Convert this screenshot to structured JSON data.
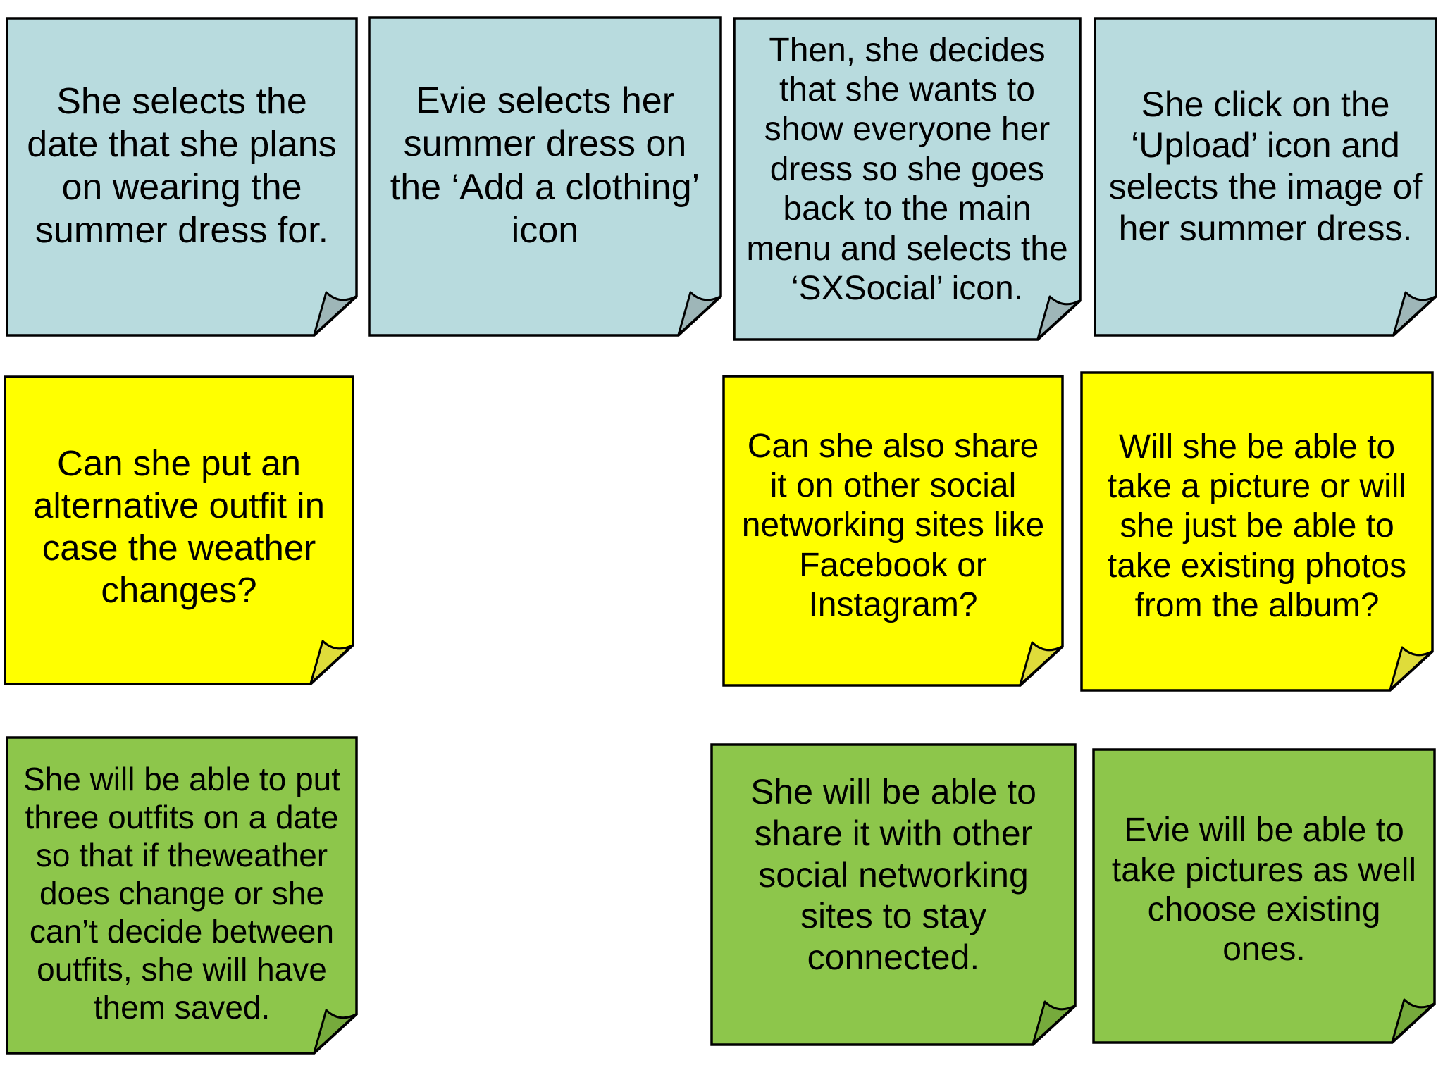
{
  "board": {
    "background": "#ffffff",
    "border_color": "#000000",
    "text_color": "#000000",
    "palette": {
      "blue": {
        "fill": "#b8dbde",
        "fold": "#9eb6b8"
      },
      "yellow": {
        "fill": "#ffff00",
        "fold": "#dfdc3a"
      },
      "green": {
        "fill": "#8dc64b",
        "fold": "#76aa3c"
      }
    }
  },
  "notes": [
    {
      "id": "note-select-date",
      "color": "blue",
      "row": 1,
      "col": 1,
      "lines": [
        "She selects the",
        "date that she plans",
        "on wearing the",
        "summer dress for."
      ]
    },
    {
      "id": "note-add-clothing",
      "color": "blue",
      "row": 1,
      "col": 2,
      "lines": [
        "Evie selects her",
        "summer dress on",
        "the ‘Add a clothing’",
        "icon"
      ]
    },
    {
      "id": "note-sxsocial",
      "color": "blue",
      "row": 1,
      "col": 3,
      "lines": [
        "Then, she decides",
        "that she wants to",
        "show everyone her",
        "dress so she goes",
        "back to the main",
        "menu and selects the",
        "‘SXSocial’ icon."
      ]
    },
    {
      "id": "note-upload",
      "color": "blue",
      "row": 1,
      "col": 4,
      "lines": [
        "She click on the",
        "‘Upload’ icon and",
        "selects the image of",
        "her summer dress."
      ]
    },
    {
      "id": "note-question-alt-outfit",
      "color": "yellow",
      "row": 2,
      "col": 1,
      "lines": [
        "Can she put an",
        "alternative outfit in",
        "case the weather",
        "changes?"
      ]
    },
    {
      "id": "note-question-share-social",
      "color": "yellow",
      "row": 2,
      "col": 3,
      "lines": [
        "Can she also share",
        "it on other social",
        "networking sites like",
        "Facebook or",
        "Instagram?"
      ]
    },
    {
      "id": "note-question-take-picture",
      "color": "yellow",
      "row": 2,
      "col": 4,
      "lines": [
        "Will she be able to",
        "take a picture or will",
        "she just be able to",
        "take existing photos",
        "from the album?"
      ]
    },
    {
      "id": "note-answer-three-outfits",
      "color": "green",
      "row": 3,
      "col": 1,
      "lines": [
        "She will be able to put",
        "three outfits on a date",
        "so that if theweather",
        "does change or she",
        "can’t decide between",
        "outfits, she will have",
        "them saved."
      ]
    },
    {
      "id": "note-answer-share-social",
      "color": "green",
      "row": 3,
      "col": 3,
      "lines": [
        "She will be able to",
        "share it with other",
        "social networking",
        "sites to stay",
        "connected."
      ]
    },
    {
      "id": "note-answer-take-pictures",
      "color": "green",
      "row": 3,
      "col": 4,
      "lines": [
        "Evie will be able to",
        "take pictures as well",
        "choose existing",
        "ones."
      ]
    }
  ]
}
